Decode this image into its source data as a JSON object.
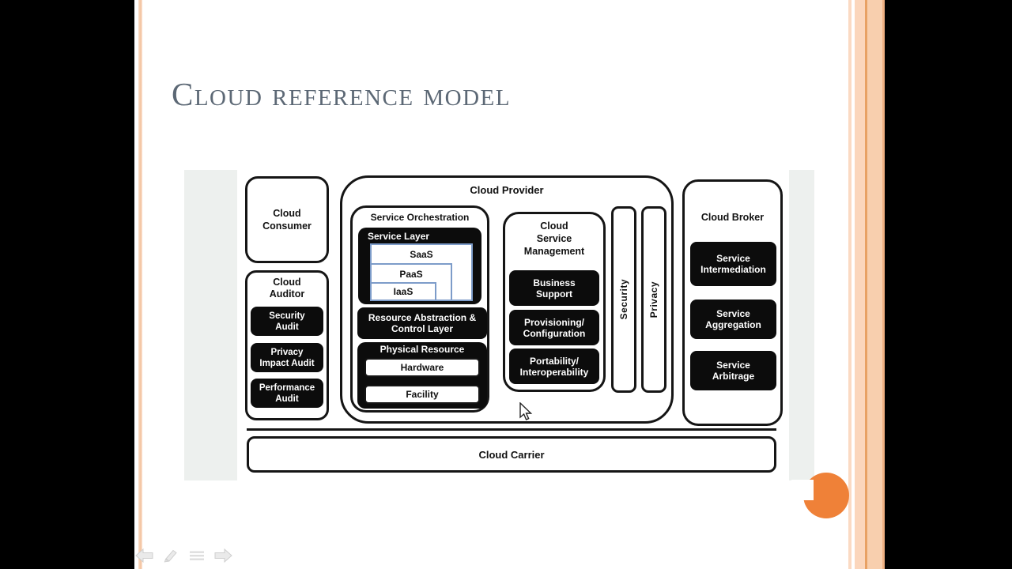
{
  "slide": {
    "title": "Cloud reference model"
  },
  "diagram": {
    "consumer": {
      "label": "Cloud\nConsumer"
    },
    "auditor": {
      "label": "Cloud\nAuditor",
      "items": [
        "Security\nAudit",
        "Privacy\nImpact Audit",
        "Performance\nAudit"
      ]
    },
    "provider": {
      "label": "Cloud Provider",
      "orchestration": {
        "label": "Service Orchestration",
        "service_layer": {
          "label": "Service Layer",
          "tiers": [
            "SaaS",
            "PaaS",
            "IaaS"
          ]
        },
        "resource_layer": "Resource Abstraction &\nControl Layer",
        "physical": {
          "label": "Physical Resource",
          "items": [
            "Hardware",
            "Facility"
          ]
        }
      },
      "management": {
        "label": "Cloud\nService\nManagement",
        "items": [
          "Business\nSupport",
          "Provisioning/\nConfiguration",
          "Portability/\nInteroperability"
        ]
      },
      "security_bar": "Security",
      "privacy_bar": "Privacy"
    },
    "broker": {
      "label": "Cloud Broker",
      "items": [
        "Service\nIntermediation",
        "Service\nAggregation",
        "Service\nArbitrage"
      ]
    },
    "carrier": {
      "label": "Cloud Carrier"
    }
  },
  "controls": {
    "icons": [
      "previous-slide-icon",
      "pen-icon",
      "slide-menu-icon",
      "next-slide-icon"
    ]
  },
  "colors": {
    "accent_orange": "#ef8138",
    "stripe_light": "#fbd7bd",
    "stripe_dark": "#e8a164",
    "title_text": "#5c6875",
    "diagram_black": "#0c0c0c",
    "service_tier_border": "#7d9cc9",
    "side_band_gray": "#edf0ee"
  }
}
